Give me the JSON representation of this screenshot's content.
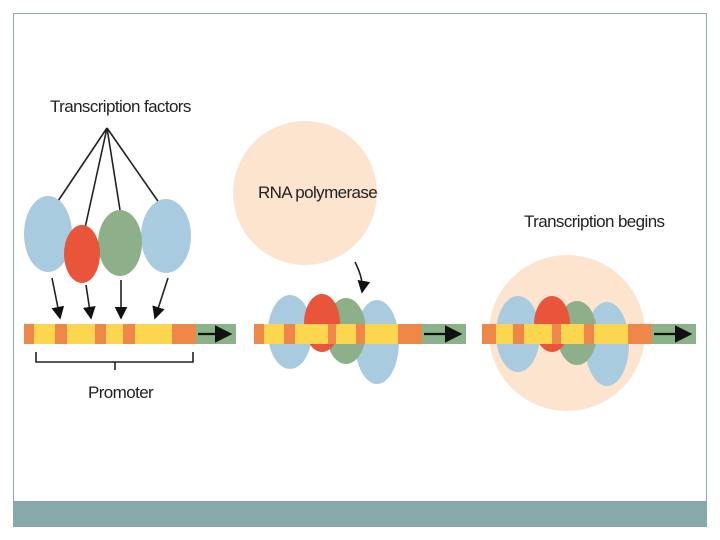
{
  "labels": {
    "transcription_factors": "Transcription factors",
    "rna_polymerase": "RNA polymerase",
    "transcription_begins": "Transcription begins",
    "promoter": "Promoter"
  },
  "colors": {
    "factor_blue": "#a9cbe0",
    "factor_red": "#e8553a",
    "factor_green": "#8db08a",
    "polymerase": "#fce4cf",
    "dna_yellow": "#fcd64e",
    "dna_orange": "#ef8749",
    "dna_tail": "#8ab38a",
    "footer": "#87a9a9"
  },
  "icons": [
    "arrow-right-icon"
  ]
}
